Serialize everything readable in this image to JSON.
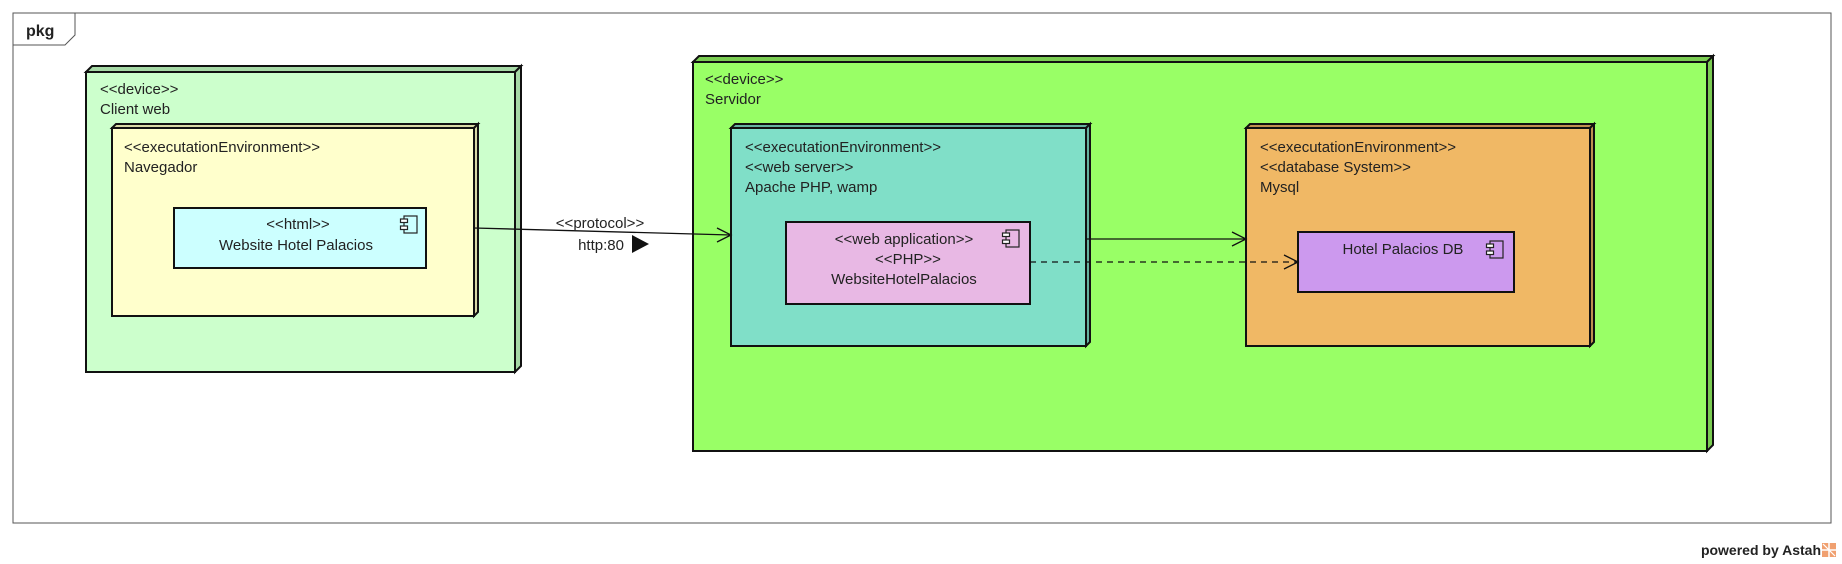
{
  "package": {
    "label": "pkg"
  },
  "client_node": {
    "stereotype": "<<device>>",
    "name": "Client web",
    "fill": "#ccffcc"
  },
  "browser_env": {
    "stereotype": "<<executationEnvironment>>",
    "name": "Navegador",
    "fill": "#ffffcc"
  },
  "website_component": {
    "stereotype": "<<html>>",
    "name": "Website Hotel Palacios",
    "fill": "#ccffff"
  },
  "protocol_link": {
    "stereotype": "<<protocol>>",
    "name": "http:80"
  },
  "server_node": {
    "stereotype": "<<device>>",
    "name": "Servidor",
    "fill": "#99ff66"
  },
  "webserver_env": {
    "stereotype1": "<<executationEnvironment>>",
    "stereotype2": "<<web server>>",
    "name": "Apache PHP, wamp",
    "fill": "#80dfc8"
  },
  "webapp_component": {
    "stereotype1": "<<web application>>",
    "stereotype2": "<<PHP>>",
    "name": "WebsiteHotelPalacios",
    "fill": "#e8b8e4"
  },
  "db_env": {
    "stereotype1": "<<executationEnvironment>>",
    "stereotype2": "<<database System>>",
    "name": "Mysql",
    "fill": "#f0b865"
  },
  "db_component": {
    "name": "Hotel Palacios DB",
    "fill": "#cc99ee"
  },
  "watermark": {
    "text": "powered by Astah"
  }
}
